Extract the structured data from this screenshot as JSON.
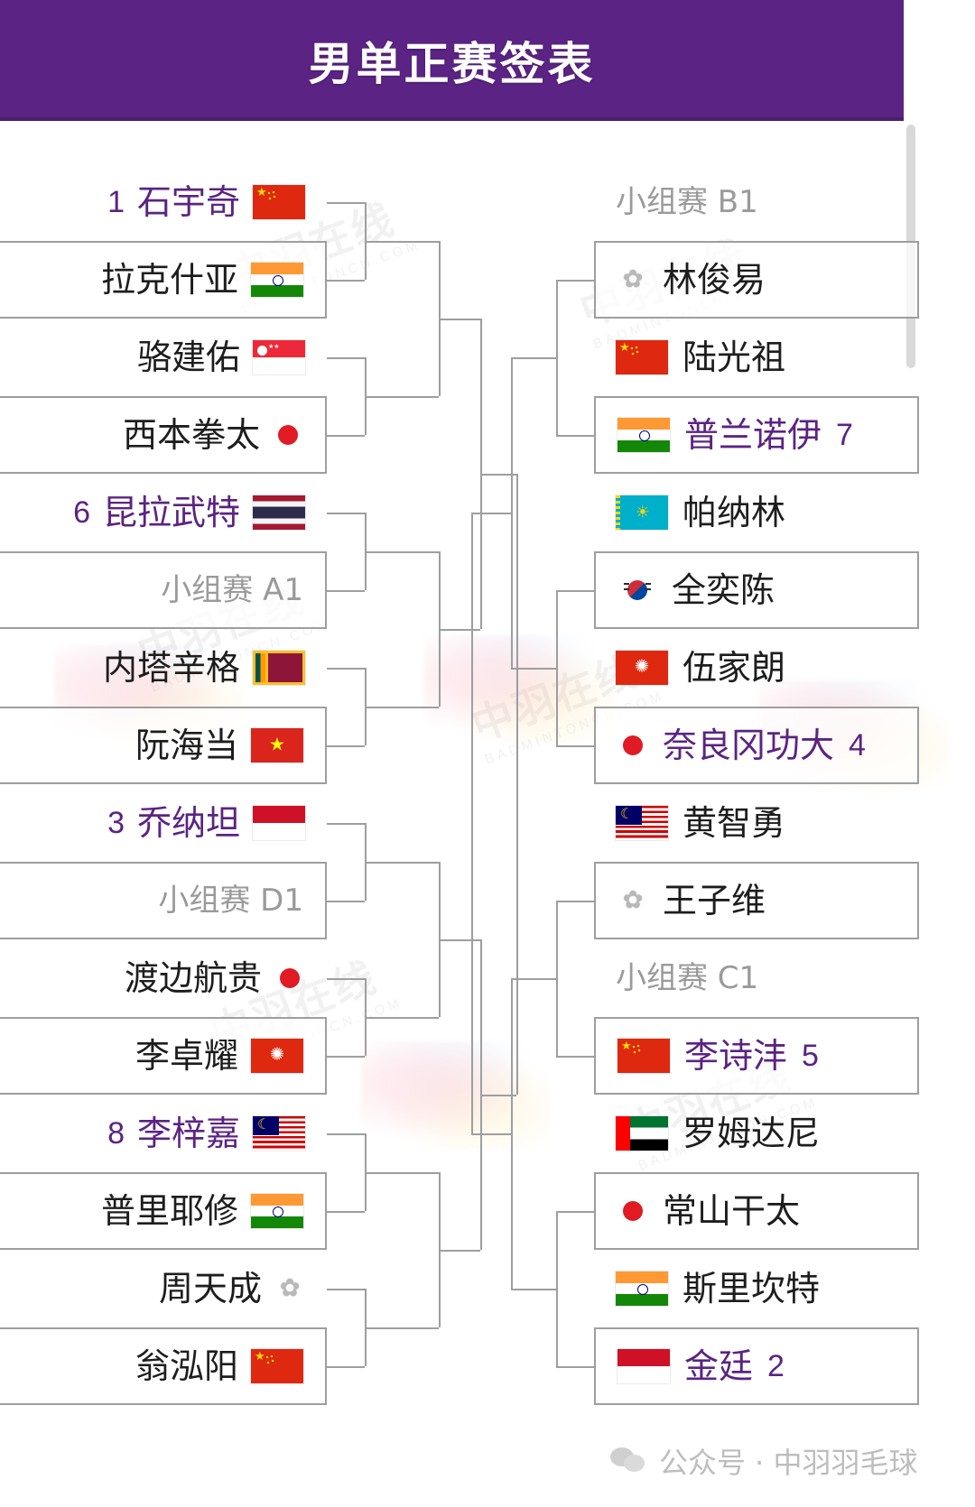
{
  "header": {
    "title": "男单正赛签表",
    "bg_color": "#5b2383",
    "text_color": "#ffffff"
  },
  "theme": {
    "seed_color": "#5b2383",
    "name_color": "#1d1d1d",
    "group_label_color": "#9a9a9a",
    "line_color": "#9e9e9e"
  },
  "footer_watermark": {
    "icon": "wechat-icon",
    "text": "公众号 · 中羽羽毛球"
  },
  "watermarks": [
    {
      "text": "中羽在线",
      "sub": "B A D M I N T O N C N . C O M"
    }
  ],
  "bracket": {
    "left_column": [
      {
        "seed": "1",
        "name": "石宇奇",
        "flag": "chn",
        "flag_name": "flag-china",
        "boxed": false,
        "group": null
      },
      {
        "seed": null,
        "name": "拉克什亚",
        "flag": "ind",
        "flag_name": "flag-india",
        "boxed": true,
        "group": null
      },
      {
        "seed": null,
        "name": "骆建佑",
        "flag": "sgp",
        "flag_name": "flag-singapore",
        "boxed": false,
        "group": null
      },
      {
        "seed": null,
        "name": "西本拳太",
        "flag": "jpn",
        "flag_name": "flag-japan",
        "boxed": true,
        "group": null
      },
      {
        "seed": "6",
        "name": "昆拉武特",
        "flag": "tha",
        "flag_name": "flag-thailand",
        "boxed": false,
        "group": null
      },
      {
        "seed": null,
        "name": null,
        "flag": null,
        "flag_name": null,
        "boxed": true,
        "group": "小组赛 A1"
      },
      {
        "seed": null,
        "name": "内塔辛格",
        "flag": "lka",
        "flag_name": "flag-sri-lanka",
        "boxed": false,
        "group": null
      },
      {
        "seed": null,
        "name": "阮海当",
        "flag": "vnm",
        "flag_name": "flag-vietnam",
        "boxed": true,
        "group": null
      },
      {
        "seed": "3",
        "name": "乔纳坦",
        "flag": "idn",
        "flag_name": "flag-indonesia",
        "boxed": false,
        "group": null
      },
      {
        "seed": null,
        "name": null,
        "flag": null,
        "flag_name": null,
        "boxed": true,
        "group": "小组赛 D1"
      },
      {
        "seed": null,
        "name": "渡边航贵",
        "flag": "jpn",
        "flag_name": "flag-japan",
        "boxed": false,
        "group": null
      },
      {
        "seed": null,
        "name": "李卓耀",
        "flag": "hkg",
        "flag_name": "flag-hong-kong",
        "boxed": true,
        "group": null
      },
      {
        "seed": "8",
        "name": "李梓嘉",
        "flag": "mas",
        "flag_name": "flag-malaysia",
        "boxed": false,
        "group": null
      },
      {
        "seed": null,
        "name": "普里耶修",
        "flag": "ind",
        "flag_name": "flag-india",
        "boxed": true,
        "group": null
      },
      {
        "seed": null,
        "name": "周天成",
        "flag": "tpe",
        "flag_name": "flag-chinese-taipei",
        "boxed": false,
        "group": null
      },
      {
        "seed": null,
        "name": "翁泓阳",
        "flag": "chn",
        "flag_name": "flag-china",
        "boxed": true,
        "group": null
      }
    ],
    "right_column": [
      {
        "seed": null,
        "name": null,
        "flag": null,
        "flag_name": null,
        "boxed": false,
        "group": "小组赛 B1"
      },
      {
        "seed": null,
        "name": "林俊易",
        "flag": "tpe",
        "flag_name": "flag-chinese-taipei",
        "boxed": true,
        "group": null
      },
      {
        "seed": null,
        "name": "陆光祖",
        "flag": "chn",
        "flag_name": "flag-china",
        "boxed": false,
        "group": null
      },
      {
        "seed": "7",
        "name": "普兰诺伊",
        "flag": "ind",
        "flag_name": "flag-india",
        "boxed": true,
        "group": null
      },
      {
        "seed": null,
        "name": "帕纳林",
        "flag": "kaz",
        "flag_name": "flag-kazakhstan",
        "boxed": false,
        "group": null
      },
      {
        "seed": null,
        "name": "全奕陈",
        "flag": "kor",
        "flag_name": "flag-korea",
        "boxed": true,
        "group": null
      },
      {
        "seed": null,
        "name": "伍家朗",
        "flag": "hkg",
        "flag_name": "flag-hong-kong",
        "boxed": false,
        "group": null
      },
      {
        "seed": "4",
        "name": "奈良冈功大",
        "flag": "jpn",
        "flag_name": "flag-japan",
        "boxed": true,
        "group": null
      },
      {
        "seed": null,
        "name": "黄智勇",
        "flag": "mas",
        "flag_name": "flag-malaysia",
        "boxed": false,
        "group": null
      },
      {
        "seed": null,
        "name": "王子维",
        "flag": "tpe",
        "flag_name": "flag-chinese-taipei",
        "boxed": true,
        "group": null
      },
      {
        "seed": null,
        "name": null,
        "flag": null,
        "flag_name": null,
        "boxed": false,
        "group": "小组赛 C1"
      },
      {
        "seed": "5",
        "name": "李诗沣",
        "flag": "chn",
        "flag_name": "flag-china",
        "boxed": true,
        "group": null
      },
      {
        "seed": null,
        "name": "罗姆达尼",
        "flag": "uae",
        "flag_name": "flag-uae",
        "boxed": false,
        "group": null
      },
      {
        "seed": null,
        "name": "常山干太",
        "flag": "jpn",
        "flag_name": "flag-japan",
        "boxed": true,
        "group": null
      },
      {
        "seed": null,
        "name": "斯里坎特",
        "flag": "ind",
        "flag_name": "flag-india",
        "boxed": false,
        "group": null
      },
      {
        "seed": "2",
        "name": "金廷",
        "flag": "idn",
        "flag_name": "flag-indonesia",
        "boxed": true,
        "group": null
      }
    ]
  }
}
